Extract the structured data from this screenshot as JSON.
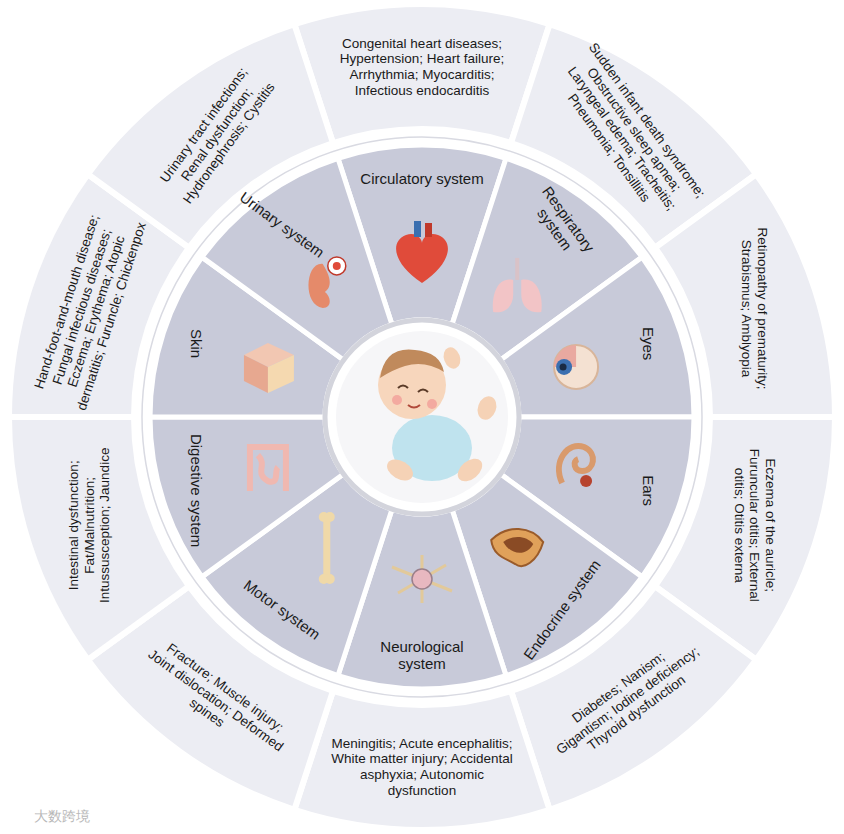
{
  "diagram": {
    "nodes": [
      {
        "text": [
          "Circulatory system"
        ]
      },
      {
        "text": [
          "Respiratory system"
        ]
      },
      {
        "text": [
          "Eyes"
        ]
      },
      {
        "text": [
          "Ears"
        ]
      },
      {
        "text": [
          "Endocrine system"
        ]
      },
      {
        "text": [
          "Neurological system"
        ]
      },
      {
        "text": [
          "Motor system"
        ]
      },
      {
        "text": [
          "Digestive system"
        ]
      },
      {
        "text": [
          "Skin"
        ]
      },
      {
        "text": [
          "Urinary system"
        ]
      },
      {
        "text": [
          "Congenital heart diseases; Hypertension; Heart failure; Arrhythmia; Myocarditis; Infectious endocarditis"
        ]
      },
      {
        "text": [
          "Sudden infant death syndrome; Obstructive sleep apnea; Laryngeal edema; Tracheitis; Pneumonia; Tonsillitis"
        ]
      },
      {
        "text": [
          "Retinopathy of prematurity; Strabismus; Amblyopia"
        ]
      },
      {
        "text": [
          "Eczema of the auricle; Furuncular otitis; External otitis; Otitis externa"
        ]
      },
      {
        "text": [
          "Diabetes; Nanism; Gigantism; Iodine deficiency; Thyroid dysfunction"
        ]
      },
      {
        "text": [
          "Meningitis; Acute encephalitis; White matter injury; Accidental asphyxia; Autonomic dysfunction"
        ]
      },
      {
        "text": [
          "Fracture; Muscle injury; Joint dislocation; Deformed spines"
        ]
      },
      {
        "text": [
          "Intestinal dysfunction; Fat/Malnutrition; Intussusception; Jaundice"
        ]
      },
      {
        "text": [
          "Hand-foot-and-mouth disease; Fungal infectious diseases; Eczema; Erythema; Atopic dermatitis; Furuncle; Chickenpox"
        ]
      },
      {
        "text": [
          "Urinary tract infections; Renal dysfunction; Hydronephrosis; Cystitis"
        ]
      }
    ],
    "labels": [
      "大数跨境"
    ]
  }
}
